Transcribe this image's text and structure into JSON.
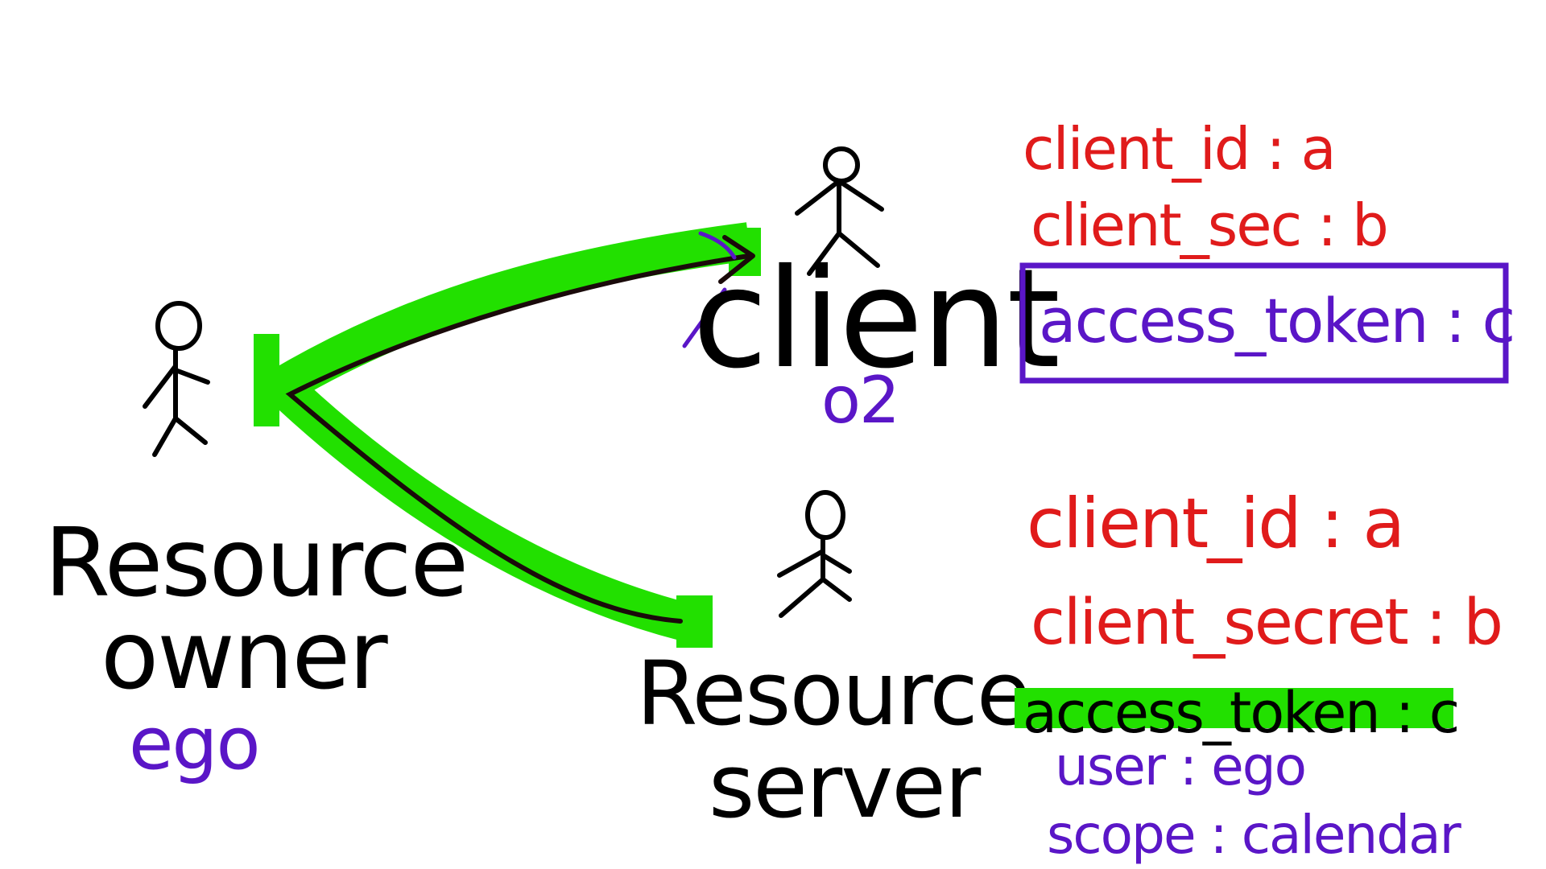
{
  "colors": {
    "background": "#ffffff",
    "ink": "#000000",
    "highlight": "#22e000",
    "credential": "#e01b1b",
    "annotation": "#5a16c7"
  },
  "resource_owner": {
    "label_line1": "Resource",
    "label_line2": "owner",
    "name": "ego"
  },
  "client": {
    "label": "client",
    "name": "o2",
    "credentials": {
      "client_id": "client_id : a",
      "client_sec": "client_sec : b",
      "access_token": "access_token : c"
    }
  },
  "resource_server": {
    "label_line1": "Resource",
    "label_line2": "server",
    "credentials": {
      "client_id": "client_id : a",
      "client_secret": "client_secret : b",
      "access_token": "access_token : c",
      "user": "user : ego",
      "scope": "scope : calendar"
    }
  }
}
